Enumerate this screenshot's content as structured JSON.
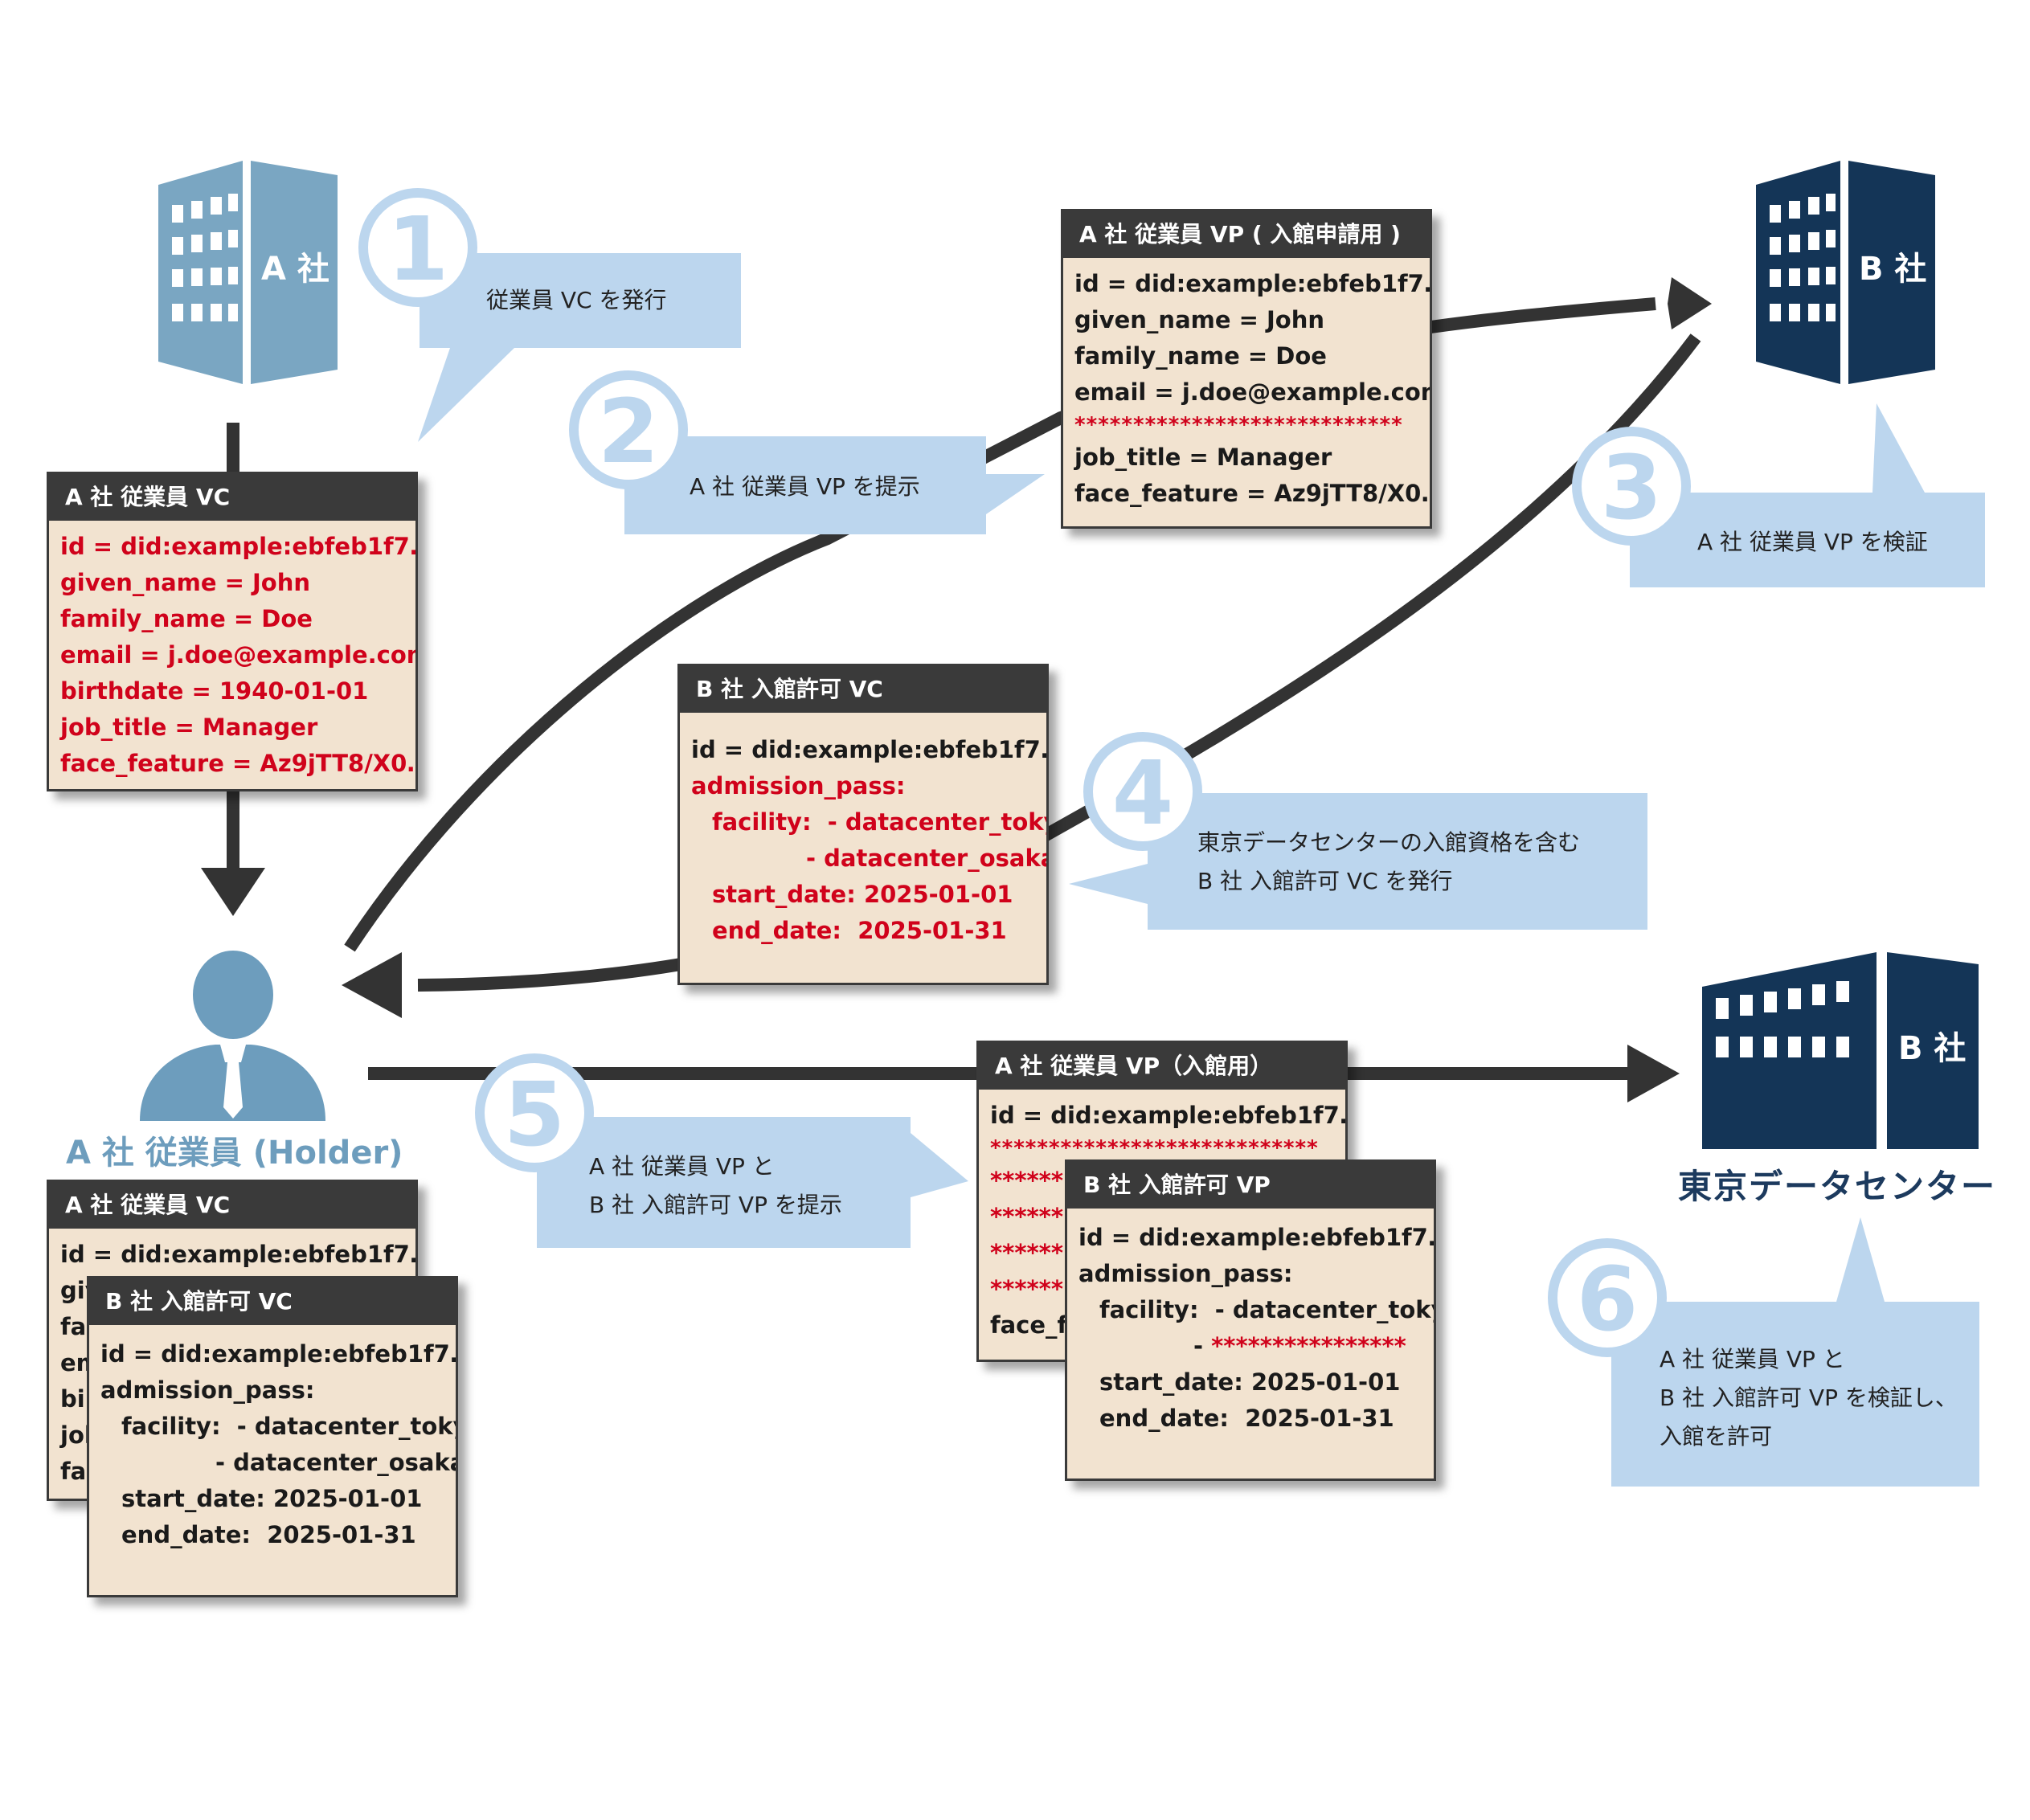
{
  "colors": {
    "company_a": "#7aa6c2",
    "company_b": "#143557",
    "callout": "#bcd6ee",
    "card_bg": "#f2e3d0",
    "card_header": "#3a3a3a",
    "arrow": "#333333",
    "highlight": "#d0021b"
  },
  "icons": {
    "company_a_building": "building-icon",
    "company_b_building": "building-icon",
    "holder": "person-icon",
    "datacenter": "building-icon"
  },
  "entities": {
    "company_a": "A 社",
    "company_b": "B 社",
    "company_b_dc": "B 社",
    "holder": "A 社 従業員 (Holder)",
    "datacenter": "東京データセンター"
  },
  "steps": [
    {
      "number": "1",
      "lines": [
        "従業員 VC を発行"
      ]
    },
    {
      "number": "2",
      "lines": [
        "A 社 従業員 VP を提示"
      ]
    },
    {
      "number": "3",
      "lines": [
        "A 社 従業員 VP を検証"
      ]
    },
    {
      "number": "4",
      "lines": [
        "東京データセンターの入館資格を含む",
        "B 社 入館許可 VC を発行"
      ]
    },
    {
      "number": "5",
      "lines": [
        "A 社 従業員 VP と",
        "B 社 入館許可 VP を提示"
      ]
    },
    {
      "number": "6",
      "lines": [
        "A 社 従業員 VP と",
        "B 社 入館許可 VP を検証し、",
        "入館を許可"
      ]
    }
  ],
  "cards": {
    "a_vc": {
      "title": "A 社 従業員 VC",
      "lines": [
        "id = did:example:ebfeb1f7…",
        "given_name = John",
        "family_name = Doe",
        "email = j.doe@example.com",
        "birthdate = 1940-01-01",
        "job_title = Manager",
        "face_feature = Az9jTT8/X0…"
      ]
    },
    "vp_application": {
      "title": "A 社 従業員 VP ( 入館申請用 )",
      "lines": [
        "id = did:example:ebfeb1f7…",
        "given_name = John",
        "family_name = Doe",
        "email = j.doe@example.com",
        "****************************",
        "job_title = Manager",
        "face_feature = Az9jTT8/X0…"
      ]
    },
    "b_vc": {
      "title": "B 社 入館許可 VC",
      "id_line": "id = did:example:ebfeb1f7…",
      "admission_label": "admission_pass:",
      "facility_label": "facility:",
      "facility_1": "- datacenter_tokyo",
      "facility_2": "- datacenter_osaka",
      "start_label": "start_date:",
      "start_value": "2025-01-01",
      "end_label": "end_date:",
      "end_value": "2025-01-31"
    },
    "holder_vc_back": {
      "title": "A 社 従業員 VC",
      "id_line": "id = did:example:ebfeb1f7…",
      "peek": [
        "giv",
        "fam",
        "em",
        "bir",
        "job",
        "fac"
      ]
    },
    "holder_b_vc": {
      "title": "B 社 入館許可 VC",
      "id_line": "id = did:example:ebfeb1f7…",
      "admission_label": "admission_pass:",
      "facility_label": "facility:",
      "facility_1": "- datacenter_tokyo",
      "facility_2": "- datacenter_osaka",
      "start_label": "start_date:",
      "start_value": "2025-01-01",
      "end_label": "end_date:",
      "end_value": "2025-01-31"
    },
    "vp_entry": {
      "title": "A 社 従業員 VP（入館用）",
      "id_line": "id = did:example:ebfeb1f7…",
      "stars_full": "****************************",
      "stars_short": "******",
      "face_peek": "face_fe"
    },
    "b_vp": {
      "title": "B 社 入館許可 VP",
      "id_line": "id = did:example:ebfeb1f7…",
      "admission_label": "admission_pass:",
      "facility_label": "facility:",
      "facility_1": "- datacenter_tokyo",
      "facility_2_dash": "- ",
      "facility_2_masked": "****************",
      "start_label": "start_date:",
      "start_value": "2025-01-01",
      "end_label": "end_date:",
      "end_value": "2025-01-31"
    }
  }
}
